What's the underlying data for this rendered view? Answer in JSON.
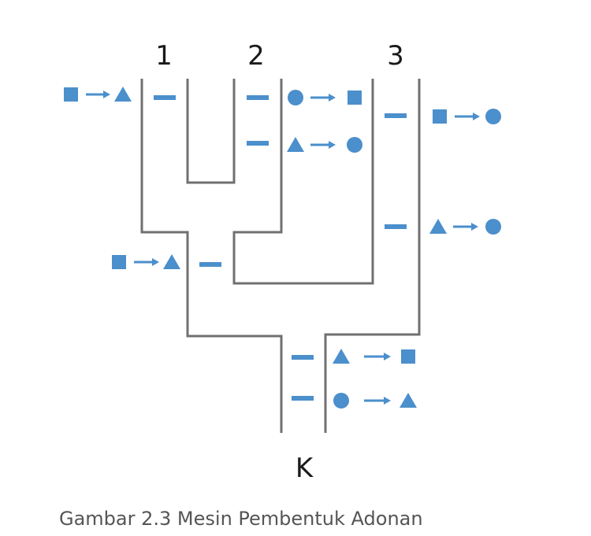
{
  "labels": {
    "input_1": "1",
    "input_2": "2",
    "input_3": "3",
    "output": "K"
  },
  "caption": "Gambar 2.3   Mesin Pembentuk Adonan",
  "colors": {
    "pipe": "#707070",
    "shape": "#4b8fcc",
    "text": "#1a1a1a",
    "caption": "#555555"
  },
  "rules": [
    {
      "id": "r1",
      "from": "square",
      "to": "triangle"
    },
    {
      "id": "r2",
      "from": "circle",
      "to": "square"
    },
    {
      "id": "r3",
      "from": "triangle",
      "to": "circle"
    },
    {
      "id": "r4",
      "from": "square",
      "to": "circle"
    },
    {
      "id": "r5",
      "from": "triangle",
      "to": "circle"
    },
    {
      "id": "r6",
      "from": "square",
      "to": "triangle"
    },
    {
      "id": "r7",
      "from": "triangle",
      "to": "square"
    },
    {
      "id": "r8",
      "from": "circle",
      "to": "triangle"
    }
  ]
}
